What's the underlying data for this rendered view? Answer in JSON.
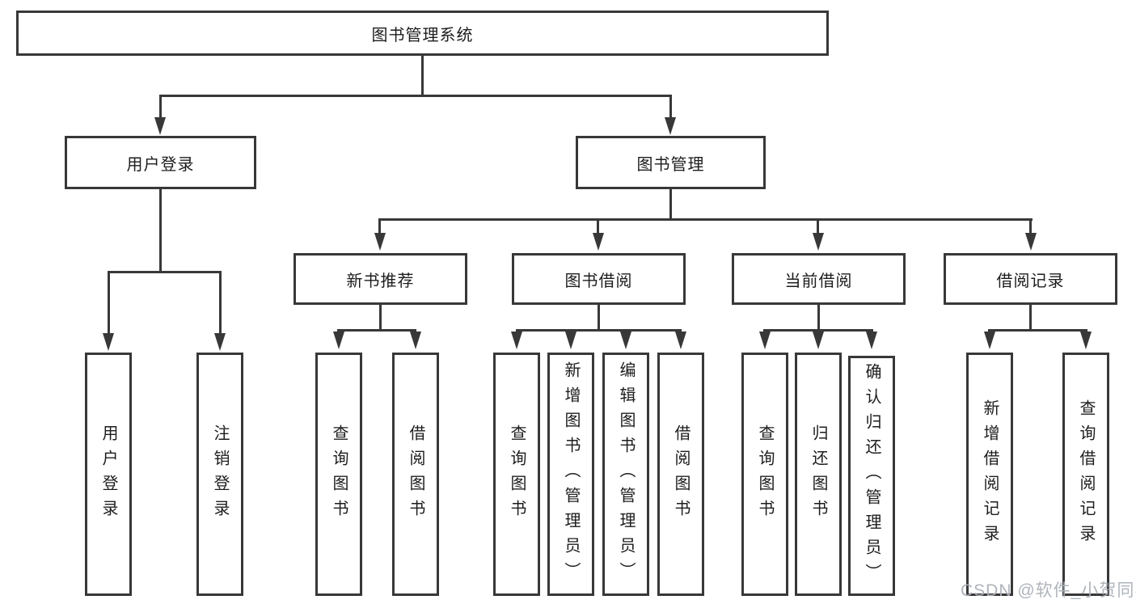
{
  "diagram": {
    "root": {
      "label": "图书管理系统"
    },
    "level2": [
      {
        "label": "用户登录"
      },
      {
        "label": "图书管理"
      }
    ],
    "level3": [
      {
        "label": "新书推荐"
      },
      {
        "label": "图书借阅"
      },
      {
        "label": "当前借阅"
      },
      {
        "label": "借阅记录"
      }
    ],
    "level4": {
      "user_login": [
        {
          "label": "用户登录"
        },
        {
          "label": "注销登录"
        }
      ],
      "new_books": [
        {
          "label": "查询图书"
        },
        {
          "label": "借阅图书"
        }
      ],
      "book_borrow": [
        {
          "label": "查询图书"
        },
        {
          "label": "新增图书（管理员）"
        },
        {
          "label": "编辑图书（管理员）"
        },
        {
          "label": "借阅图书"
        }
      ],
      "current_borrow": [
        {
          "label": "查询图书"
        },
        {
          "label": "归还图书"
        },
        {
          "label": "确认归还（管理员）"
        }
      ],
      "borrow_records": [
        {
          "label": "新增借阅记录"
        },
        {
          "label": "查询借阅记录"
        }
      ]
    },
    "watermark": "CSDN @软件_小贺同学",
    "colors": {
      "line": "#383838",
      "text": "#1d1d1f",
      "background": "#ffffff",
      "watermark": "#abb0b7"
    }
  }
}
